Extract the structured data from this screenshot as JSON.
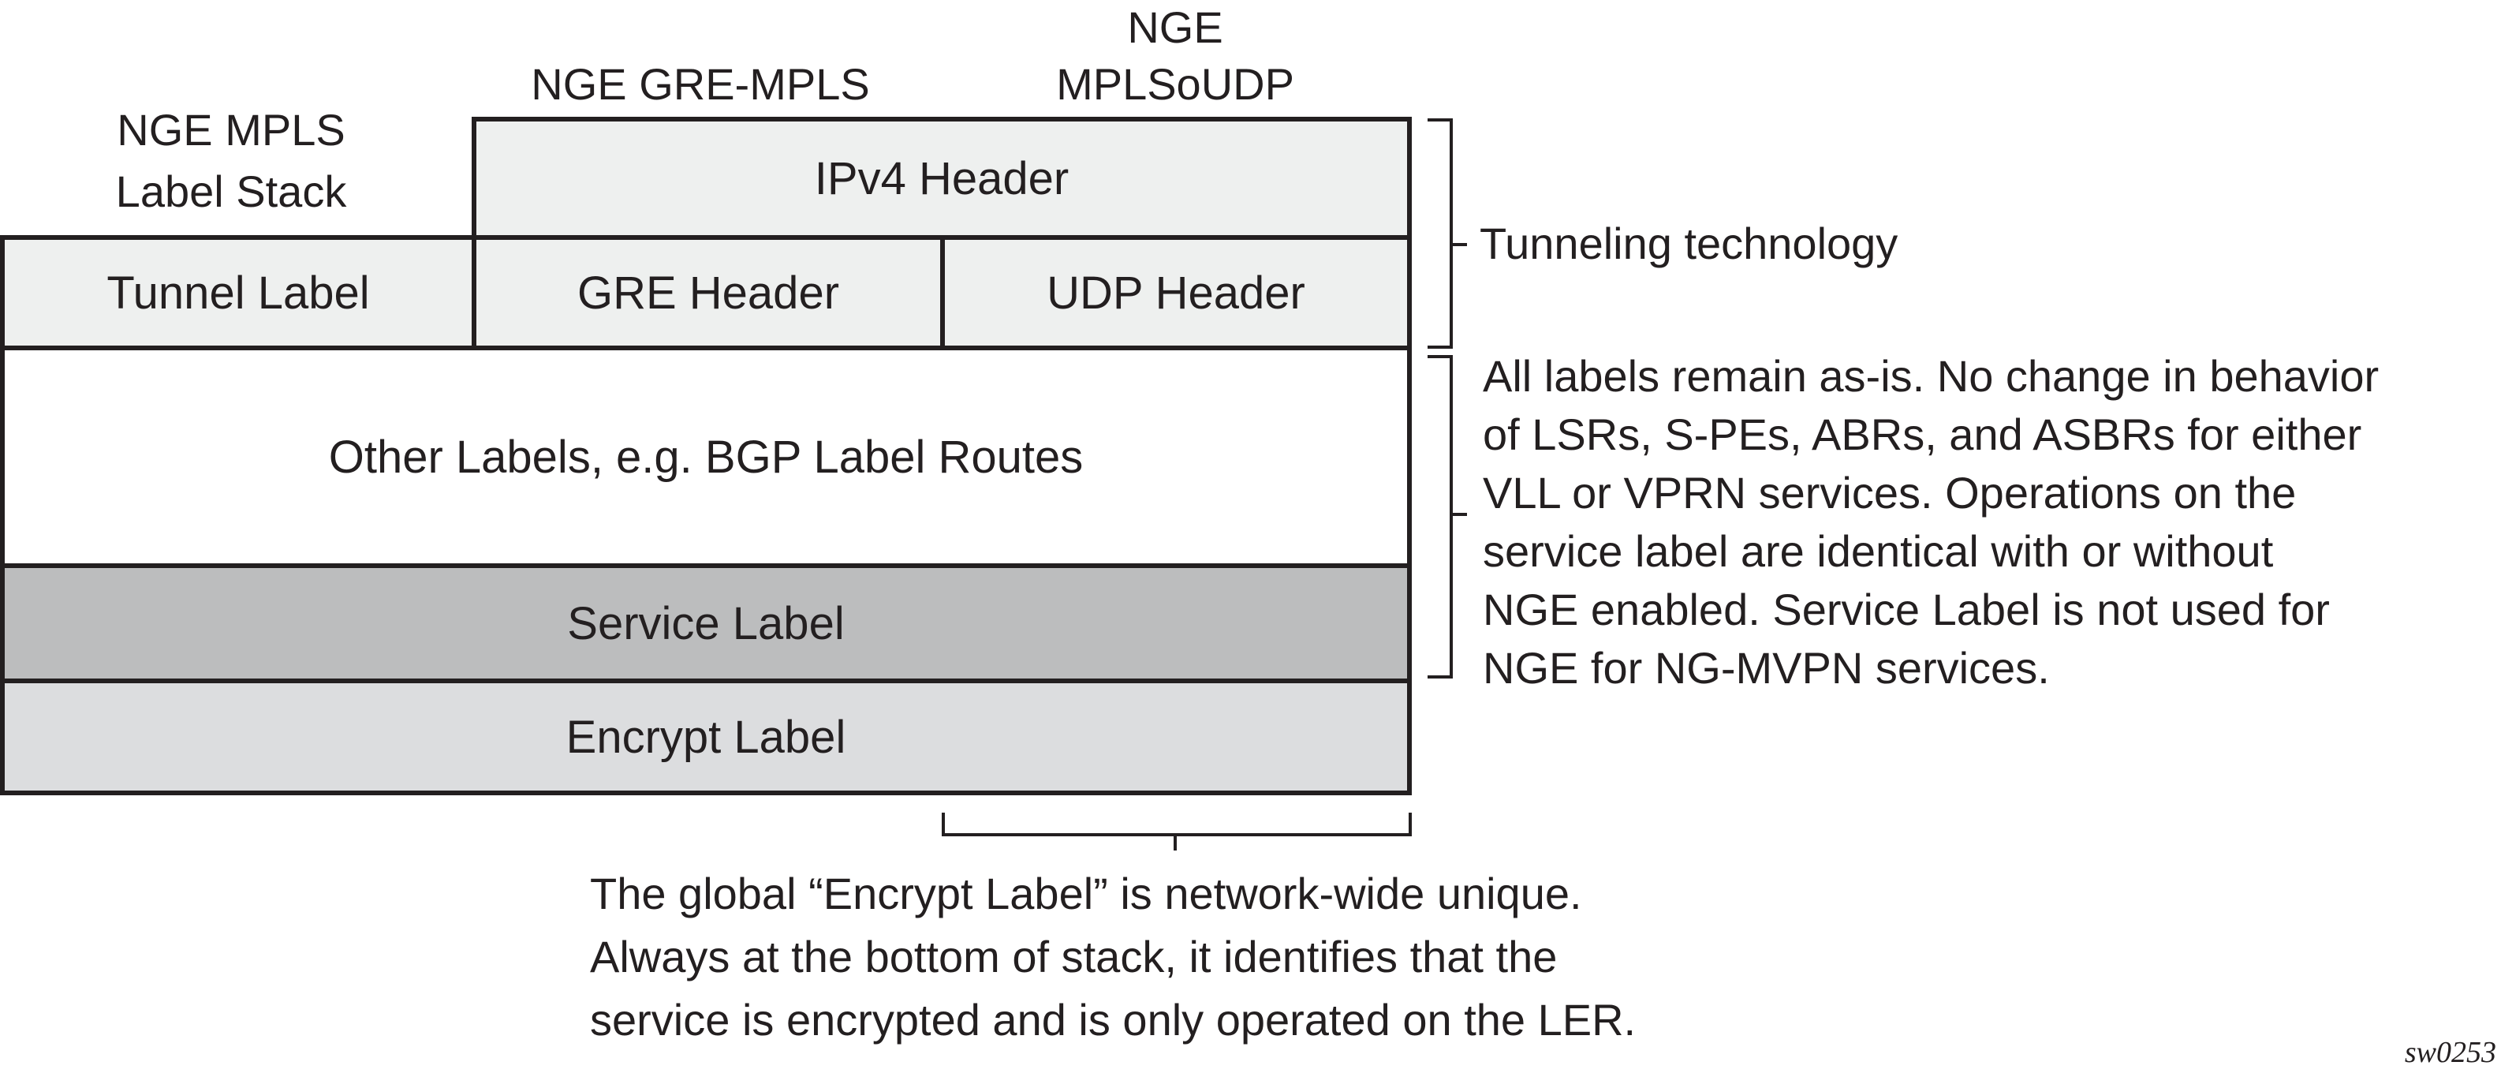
{
  "column_headings": {
    "mpls": [
      "NGE MPLS",
      "Label Stack"
    ],
    "gre": [
      "NGE GRE-MPLS"
    ],
    "udp": [
      "NGE",
      "MPLSoUDP"
    ]
  },
  "layers": {
    "ipv4": "IPv4 Header",
    "tunnel_label": "Tunnel Label",
    "gre_header": "GRE Header",
    "udp_header": "UDP Header",
    "other_labels": "Other Labels, e.g. BGP Label Routes",
    "service_label": "Service Label",
    "encrypt_label": "Encrypt Label"
  },
  "colors": {
    "light": "#eef0ef",
    "service": "#bcbdbe",
    "encrypt": "#dcdddf"
  },
  "annotations": {
    "tunneling": "Tunneling technology",
    "labels_note": [
      "All labels remain as-is. No change in behavior",
      "of LSRs, S-PEs, ABRs, and ASBRs for either",
      "VLL or VPRN services. Operations on the",
      "service label are identical with or without",
      "NGE enabled. Service Label is not used for",
      "NGE for NG-MVPN services."
    ],
    "encrypt_note": [
      "The global “Encrypt Label” is network-wide unique.",
      "Always at the bottom of stack, it identifies that the",
      "service is encrypted and is only operated on the LER."
    ]
  },
  "figure_id": "sw0253"
}
